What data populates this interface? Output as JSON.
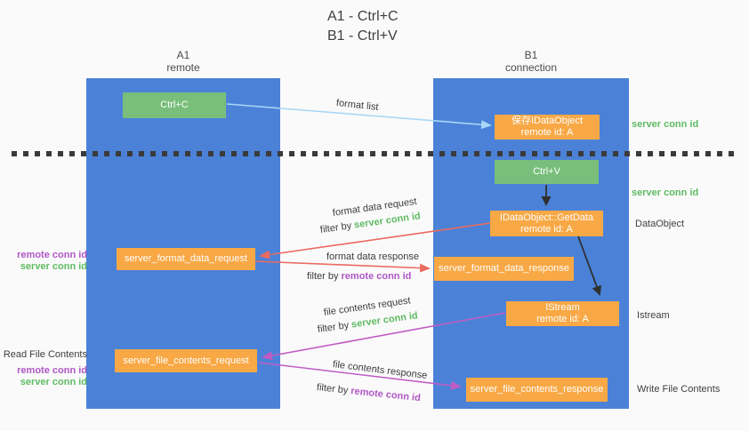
{
  "title": {
    "line1": "A1 - Ctrl+C",
    "line2": "B1 - Ctrl+V"
  },
  "lanes": {
    "left": {
      "name": "A1",
      "role": "remote"
    },
    "right": {
      "name": "B1",
      "role": "connection"
    }
  },
  "nodes": {
    "ctrl_c": "Ctrl+C",
    "ctrl_v": "Ctrl+V",
    "save_idataobject": {
      "line1": "保存IDataObject",
      "line2": "remote id: A"
    },
    "getdata": {
      "line1": "IDataObject::GetData",
      "line2": "remote id: A"
    },
    "istream": {
      "line1": "IStream",
      "line2": "remote id: A"
    },
    "format_request": "server_format_data_request",
    "format_response": "server_format_data_response",
    "file_request": "server_file_contents_request",
    "file_response": "server_file_contents_response"
  },
  "edges": {
    "format_list": "format list",
    "format_data_request": "format data request",
    "format_data_response": "format data response",
    "file_contents_request": "file contents request",
    "file_contents_response": "file contents response",
    "filter_by": "filter by ",
    "server_conn_id": "server conn id",
    "remote_conn_id": "remote conn id"
  },
  "annotations": {
    "server_conn_id": "server conn id",
    "remote_conn_id": "remote conn id",
    "dataobject": "DataObject",
    "istream": "Istream",
    "read_file_contents": "Read File Contents",
    "write_file_contents": "Write File Contents"
  },
  "colors": {
    "lane_blue": "#4b82d8",
    "box_green": "#79bf7b",
    "box_orange": "#f8a845",
    "arrow_red": "#ea6a60",
    "arrow_magenta": "#c05cc4",
    "arrow_light_blue": "#a9d7f5",
    "arrow_black": "#2f2f2f",
    "text_green": "#5fbb63",
    "text_purple": "#b058c6"
  }
}
